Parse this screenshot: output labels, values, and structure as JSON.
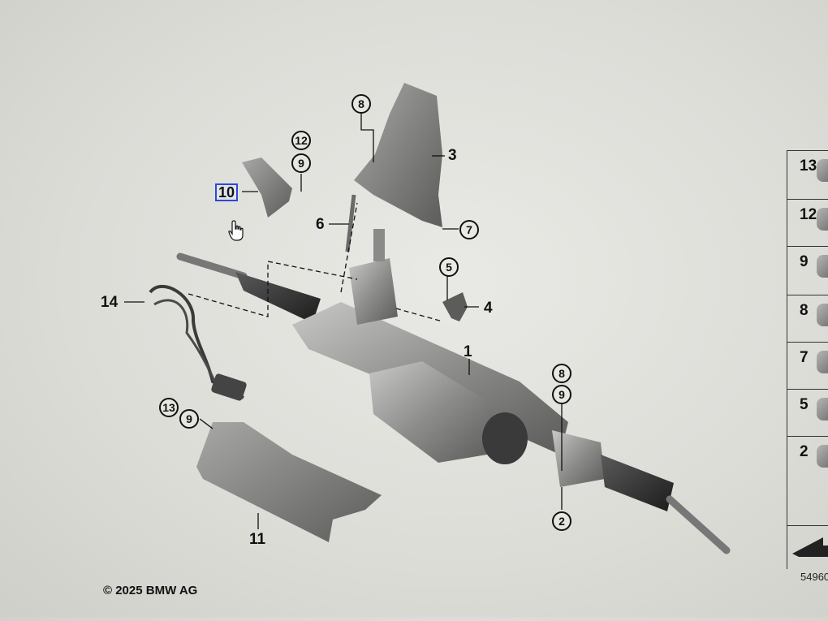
{
  "labels": {
    "l1": "1",
    "l2": "2",
    "l3": "3",
    "l4": "4",
    "l5": "5",
    "l6": "6",
    "l7": "7",
    "l8a": "8",
    "l8b": "8",
    "l9a": "9",
    "l9b": "9",
    "l9c": "9",
    "l10": "10",
    "l11": "11",
    "l12": "12",
    "l13": "13",
    "l14": "14"
  },
  "side_table": [
    "13",
    "12",
    "9",
    "8",
    "7",
    "5",
    "2"
  ],
  "copyright": "© 2025 BMW AG",
  "diagram_code": "54960"
}
